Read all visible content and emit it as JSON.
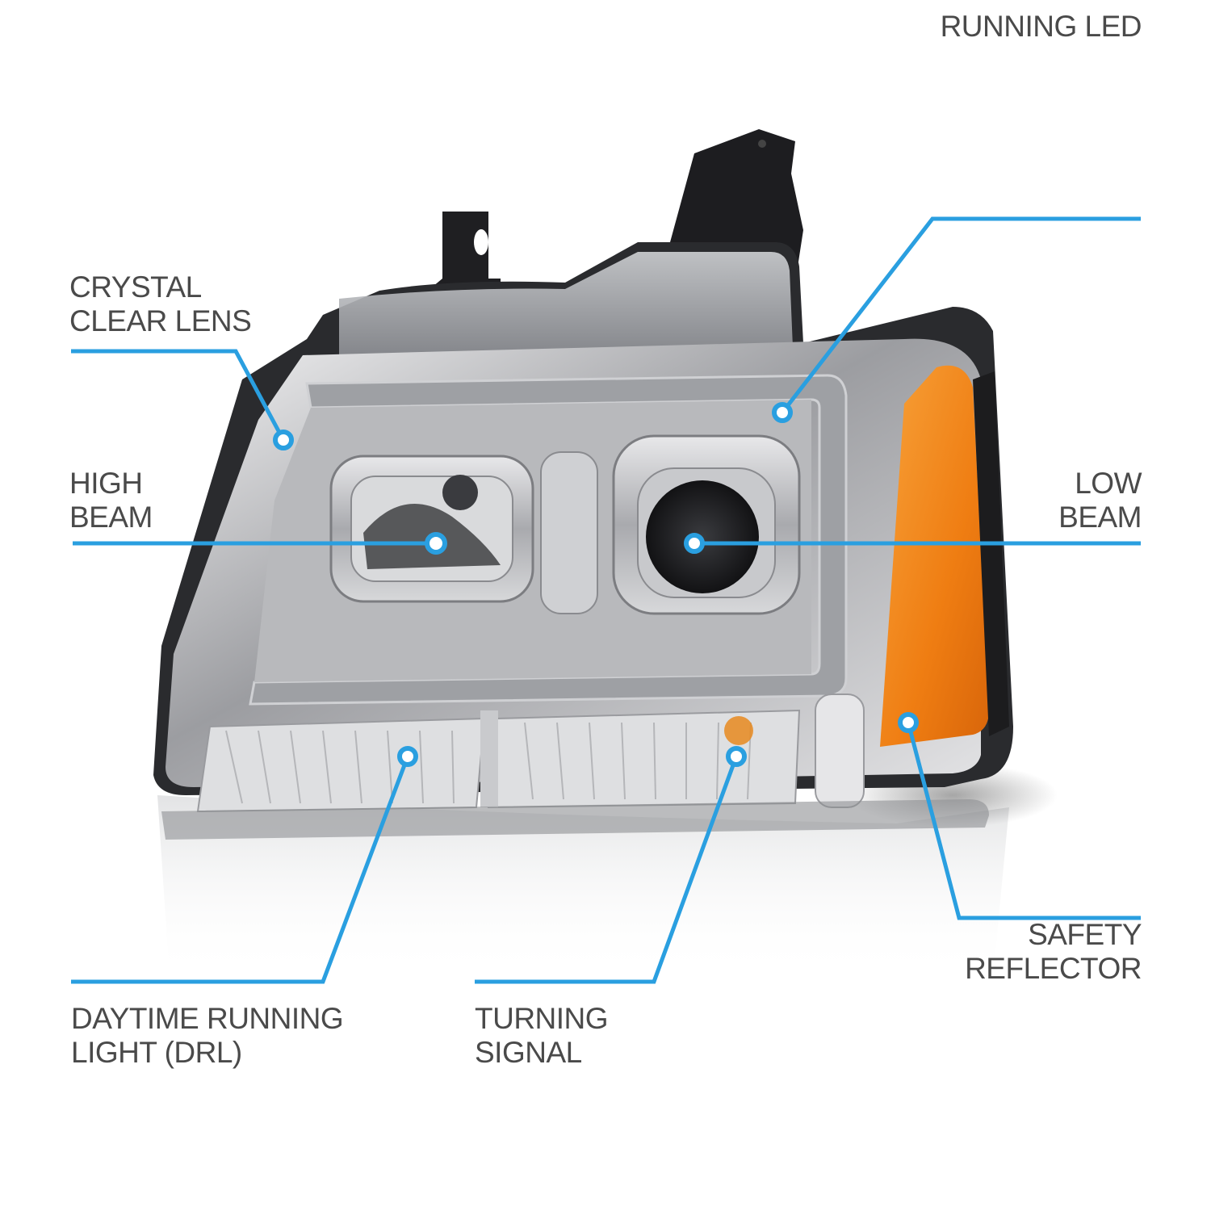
{
  "figure": {
    "subject": "Projector headlight assembly with LED light bar (driver side)",
    "accent_color": "#2a9fe0",
    "text_color": "#4a4a4a",
    "background": "#ffffff"
  },
  "callouts": [
    {
      "id": "crystal-clear-lens",
      "lines": [
        "CRYSTAL",
        "CLEAR LENS"
      ],
      "align": "left"
    },
    {
      "id": "running-led",
      "lines": [
        "RUNNING LED"
      ],
      "align": "right"
    },
    {
      "id": "high-beam",
      "lines": [
        "HIGH",
        "BEAM"
      ],
      "align": "left"
    },
    {
      "id": "low-beam",
      "lines": [
        "LOW",
        "BEAM"
      ],
      "align": "right"
    },
    {
      "id": "safety-reflector",
      "lines": [
        "SAFETY",
        "REFLECTOR"
      ],
      "align": "right"
    },
    {
      "id": "daytime-running-light",
      "lines": [
        "DAYTIME RUNNING",
        "LIGHT (DRL)"
      ],
      "align": "left"
    },
    {
      "id": "turning-signal",
      "lines": [
        "TURNING",
        "SIGNAL"
      ],
      "align": "left"
    }
  ]
}
